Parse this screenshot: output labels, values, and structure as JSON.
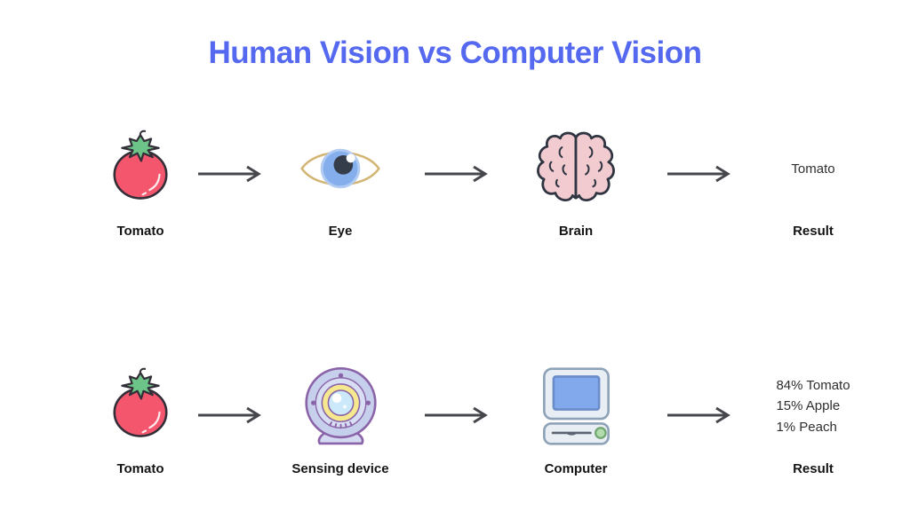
{
  "title": "Human Vision vs Computer Vision",
  "colors": {
    "title_accent": "#5468f0",
    "arrow": "#46474c",
    "tomato_red": "#f3566d",
    "leaf_green": "#6dc489",
    "eye_outline": "#d3b575",
    "iris_blue": "#85aeec",
    "brain_pink": "#f2cbd1",
    "webcam_purple": "#8a63a8",
    "webcam_body": "#c6cfeb",
    "ring_yellow": "#f5e88f",
    "lens_blue": "#cbe9fa",
    "screen_blue": "#82a9ec",
    "computer_body": "#e8eef3",
    "power_green": "#b2dcae"
  },
  "rows": [
    {
      "name": "human-vision",
      "items": [
        {
          "type": "icon",
          "icon": "tomato-icon",
          "label": "Tomato"
        },
        {
          "type": "icon",
          "icon": "eye-icon",
          "label": "Eye"
        },
        {
          "type": "icon",
          "icon": "brain-icon",
          "label": "Brain"
        },
        {
          "type": "result",
          "label": "Result",
          "result_lines": [
            "Tomato"
          ]
        }
      ]
    },
    {
      "name": "computer-vision",
      "items": [
        {
          "type": "icon",
          "icon": "tomato-icon",
          "label": "Tomato"
        },
        {
          "type": "icon",
          "icon": "webcam-icon",
          "label": "Sensing device"
        },
        {
          "type": "icon",
          "icon": "computer-icon",
          "label": "Computer"
        },
        {
          "type": "result",
          "label": "Result",
          "result_lines": [
            "84% Tomato",
            "15% Apple",
            "1% Peach"
          ]
        }
      ]
    }
  ]
}
